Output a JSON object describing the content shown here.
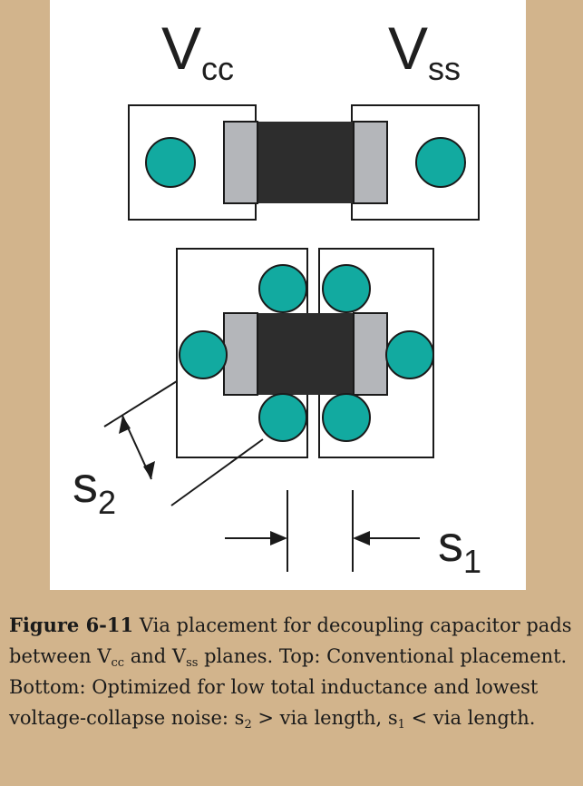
{
  "labels": {
    "vcc": {
      "main": "V",
      "sub": "cc"
    },
    "vss": {
      "main": "V",
      "sub": "ss"
    },
    "s1": {
      "main": "s",
      "sub": "1"
    },
    "s2": {
      "main": "s",
      "sub": "2"
    }
  },
  "caption": {
    "figure_number": "Figure 6-11",
    "text_1": "Via placement for decoupling capacitor pads between V",
    "sub_cc": "cc",
    "text_2": " and V",
    "sub_ss": "ss",
    "text_3": " planes. Top: Conventional placement. Bottom: Optimized for low total inductance and lowest voltage-collapse noise: s",
    "sub_2": "2",
    "text_4": " > via length, s",
    "sub_1": "1",
    "text_5": " < via length."
  },
  "colors": {
    "background": "#d2b48c",
    "panel": "#ffffff",
    "via": "#12aaa0",
    "capacitor_body": "#2d2d2d",
    "terminal": "#b4b6ba",
    "outline": "#1a1a1a"
  }
}
